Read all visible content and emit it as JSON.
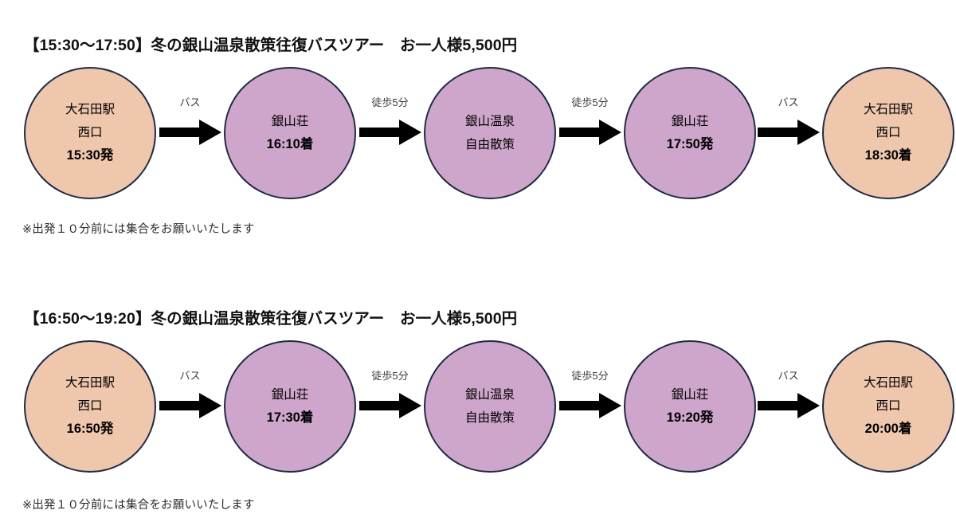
{
  "accent_colors": {
    "station_fill": "#efc7ad",
    "onsen_fill": "#cfa6cb",
    "node_border": "#202a44",
    "arrow": "#000000",
    "label_text": "#3b3b3b"
  },
  "sections": [
    {
      "title": "【15:30～17:50】冬の銀山温泉散策往復バスツアー　お一人様5,500円",
      "note": "※出発１０分前には集合をお願いいたします",
      "nodes": [
        {
          "kind": "station",
          "line1": "大石田駅",
          "line2": "西口",
          "line3": "15:30発"
        },
        {
          "kind": "onsen",
          "line1": "銀山荘",
          "line2": "16:10着",
          "line3": ""
        },
        {
          "kind": "onsen",
          "line1": "銀山温泉",
          "line2": "自由散策",
          "line3": ""
        },
        {
          "kind": "onsen",
          "line1": "銀山荘",
          "line2": "17:50発",
          "line3": ""
        },
        {
          "kind": "station",
          "line1": "大石田駅",
          "line2": "西口",
          "line3": "18:30着"
        }
      ],
      "connectors": [
        {
          "label": "バス"
        },
        {
          "label": "徒歩5分"
        },
        {
          "label": "徒歩5分"
        },
        {
          "label": "バス"
        }
      ]
    },
    {
      "title": "【16:50～19:20】冬の銀山温泉散策往復バスツアー　お一人様5,500円",
      "note": "※出発１０分前には集合をお願いいたします",
      "nodes": [
        {
          "kind": "station",
          "line1": "大石田駅",
          "line2": "西口",
          "line3": "16:50発"
        },
        {
          "kind": "onsen",
          "line1": "銀山荘",
          "line2": "17:30着",
          "line3": ""
        },
        {
          "kind": "onsen",
          "line1": "銀山温泉",
          "line2": "自由散策",
          "line3": ""
        },
        {
          "kind": "onsen",
          "line1": "銀山荘",
          "line2": "19:20発",
          "line3": ""
        },
        {
          "kind": "station",
          "line1": "大石田駅",
          "line2": "西口",
          "line3": "20:00着"
        }
      ],
      "connectors": [
        {
          "label": "バス"
        },
        {
          "label": "徒歩5分"
        },
        {
          "label": "徒歩5分"
        },
        {
          "label": "バス"
        }
      ]
    }
  ]
}
